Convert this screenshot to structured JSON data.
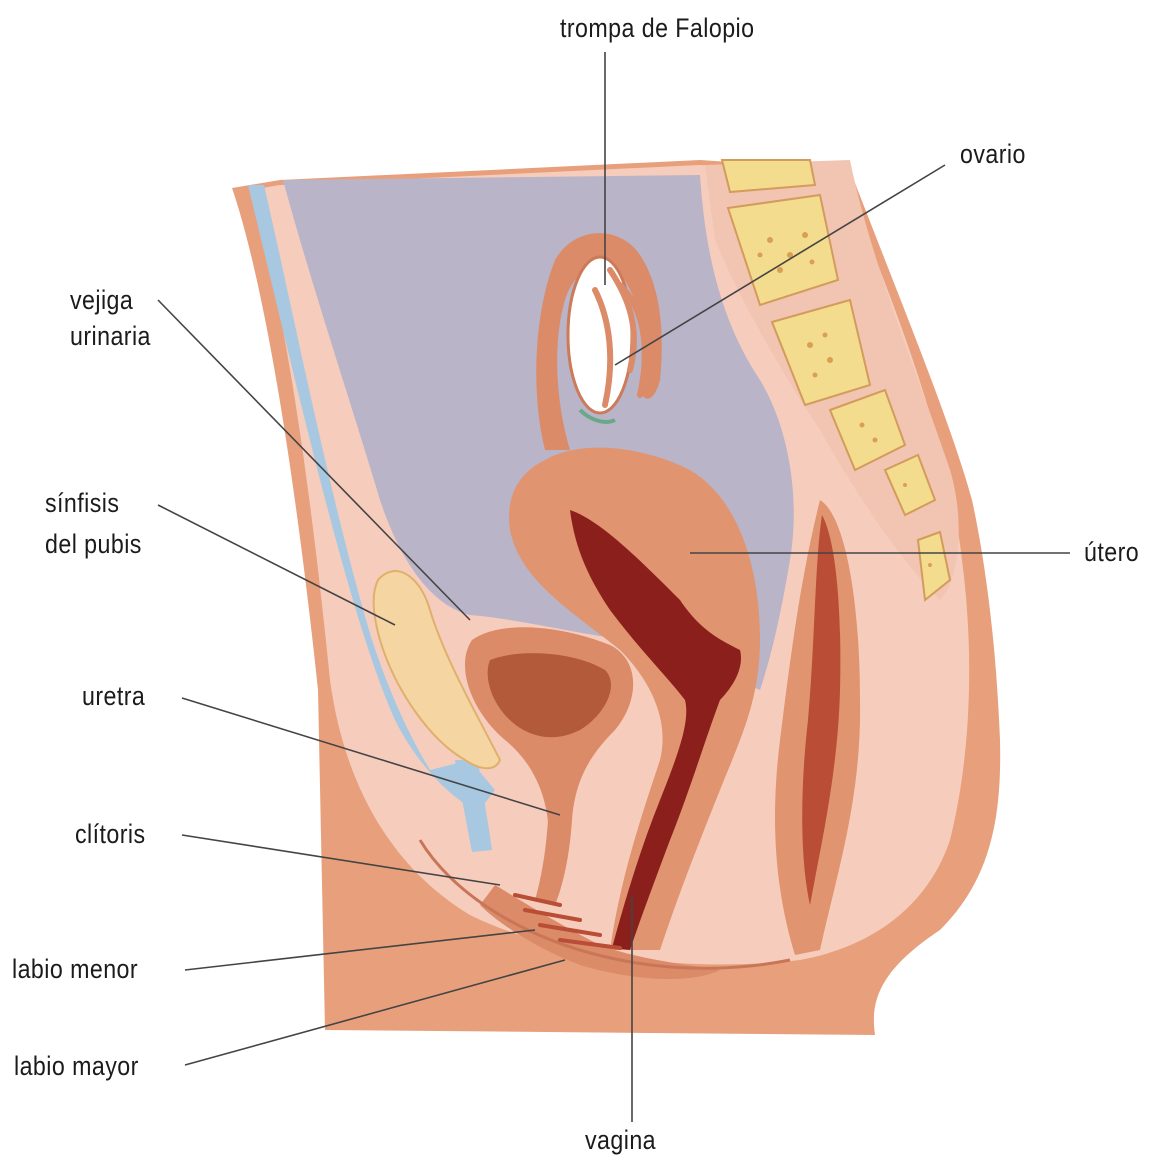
{
  "labels": {
    "fallopian_tube": "trompa de Falopio",
    "ovary": "ovario",
    "bladder_line1": "vejiga",
    "bladder_line2": "urinaria",
    "pubic_symphysis_line1": "sínfisis",
    "pubic_symphysis_line2": "del pubis",
    "uterus": "útero",
    "urethra": "uretra",
    "clitoris": "clítoris",
    "labia_minora": "labio menor",
    "labia_majora": "labio mayor",
    "vagina": "vagina"
  },
  "colors": {
    "skin_outer": "#e8a07c",
    "skin_inner": "#f6cdbd",
    "cavity": "#b9b4c8",
    "muscle": "#dc8b69",
    "muscle_dark": "#b94d35",
    "lumen": "#8a1f1c",
    "bone": "#f4dc8e",
    "bone_dots": "#d9a053",
    "pubis": "#f5d6a3",
    "blue_layer": "#a7c8e0",
    "leader": "#444444"
  }
}
